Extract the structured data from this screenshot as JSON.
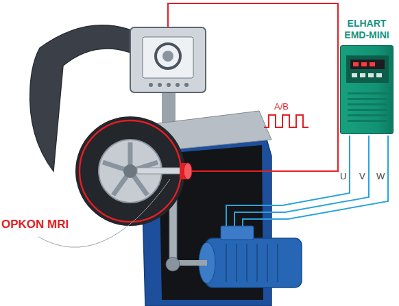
{
  "diagram": {
    "nodes": [
      {
        "text": [
          "ELHART EMD-MINI"
        ]
      }
    ],
    "labels": [
      "OPKON MRI",
      "A/B",
      "U",
      "V",
      "W"
    ]
  }
}
